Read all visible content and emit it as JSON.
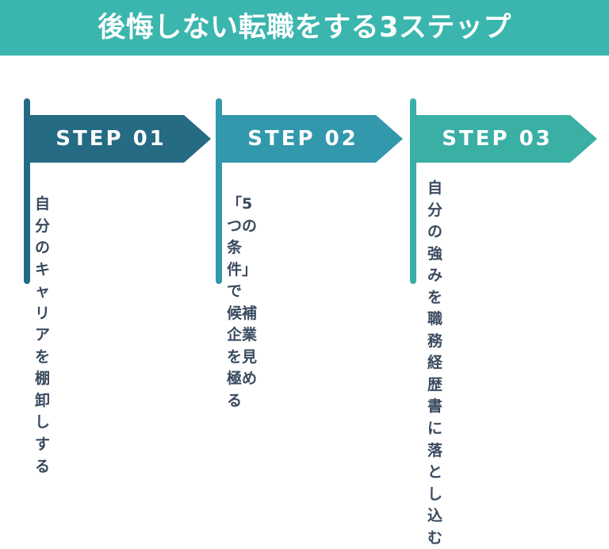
{
  "header": {
    "title": "後悔しない転職をする3ステップ",
    "background_color": "#3BB6AE",
    "text_color": "#ffffff"
  },
  "theme": {
    "page_background": "#ffffff",
    "body_text_color": "#3A4A5F"
  },
  "steps": [
    {
      "label": "STEP 01",
      "color": "#256B84",
      "body": "自分のキャリアを\n棚卸しする",
      "body_lines": [
        "自分のキャリアを",
        "棚卸しする"
      ]
    },
    {
      "label": "STEP 02",
      "color": "#3298AC",
      "body": "「5つの条件」で\n候補企業を見極める",
      "body_lines": [
        "「5つの条件」で",
        "候補企業を見極める"
      ]
    },
    {
      "label": "STEP 03",
      "color": "#3AAFA4",
      "body": "自分の強みを\n職務経歴書に\n落とし込む",
      "body_lines": [
        "自分の強みを",
        "職務経歴書に",
        "落とし込む"
      ]
    }
  ]
}
